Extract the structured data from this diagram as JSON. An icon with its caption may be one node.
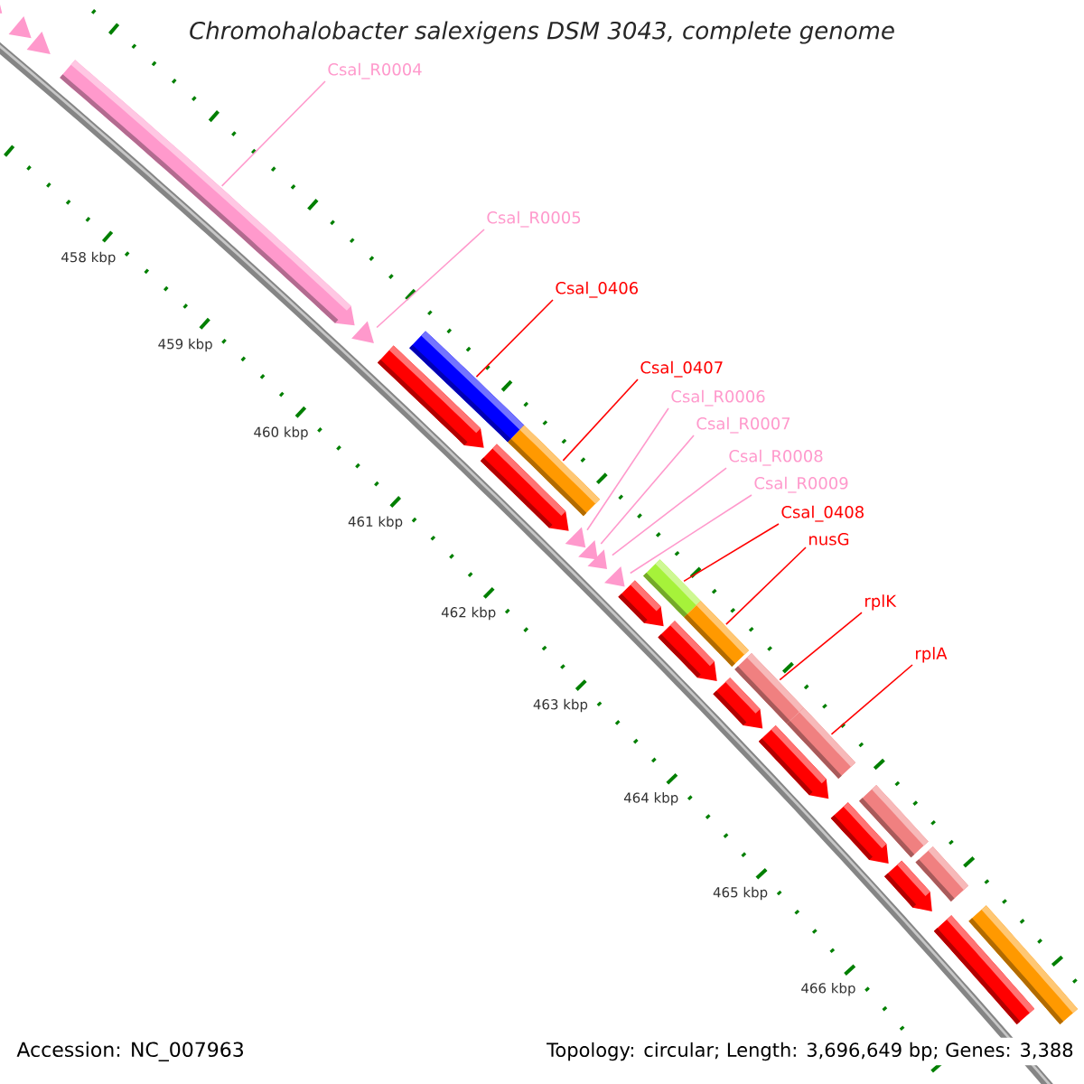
{
  "diagram": {
    "title": "Chromohalobacter salexigens DSM 3043, complete genome",
    "nodes": [
      {
        "text": [],
        "shape": "arrow"
      },
      {
        "text": [],
        "shape": "triangle"
      },
      {
        "text": [],
        "shape": "triangle"
      },
      {
        "text": [],
        "shape": "arrow"
      },
      {
        "text": [],
        "shape": "triangle"
      },
      {
        "text": [],
        "shape": "arrow"
      },
      {
        "text": [],
        "shape": "bar"
      },
      {
        "text": [],
        "shape": "arrow"
      },
      {
        "text": [],
        "shape": "bar"
      },
      {
        "text": [],
        "shape": "triangle"
      },
      {
        "text": [],
        "shape": "triangle"
      },
      {
        "text": [],
        "shape": "triangle"
      },
      {
        "text": [],
        "shape": "triangle"
      },
      {
        "text": [],
        "shape": "arrow"
      },
      {
        "text": [],
        "shape": "bar"
      },
      {
        "text": [],
        "shape": "arrow"
      },
      {
        "text": [],
        "shape": "bar"
      },
      {
        "text": [],
        "shape": "arrow"
      },
      {
        "text": [],
        "shape": "bar"
      },
      {
        "text": [],
        "shape": "arrow"
      },
      {
        "text": [],
        "shape": "bar"
      },
      {
        "text": [],
        "shape": "arrow"
      },
      {
        "text": [],
        "shape": "bar"
      },
      {
        "text": [],
        "shape": "arrow"
      },
      {
        "text": [],
        "shape": "bar"
      },
      {
        "text": [],
        "shape": "arrow"
      },
      {
        "text": [],
        "shape": "bar"
      },
      {
        "text": [
          "Csal_R0004"
        ]
      },
      {
        "text": [
          "Csal_R0005"
        ]
      },
      {
        "text": [
          "Csal_0406"
        ]
      },
      {
        "text": [
          "Csal_0407"
        ]
      },
      {
        "text": [
          "Csal_R0006"
        ]
      },
      {
        "text": [
          "Csal_R0007"
        ]
      },
      {
        "text": [
          "Csal_R0008"
        ]
      },
      {
        "text": [
          "Csal_R0009"
        ]
      },
      {
        "text": [
          "Csal_0408"
        ]
      },
      {
        "text": [
          "nusG"
        ]
      },
      {
        "text": [
          "rplK"
        ]
      },
      {
        "text": [
          "rplA"
        ]
      }
    ],
    "edges": [
      {
        "from": 27,
        "to": 3,
        "arrow": "none",
        "color": "#ff99cc"
      },
      {
        "from": 28,
        "to": 4,
        "arrow": "none",
        "color": "#ff99cc"
      },
      {
        "from": 29,
        "to": 6,
        "arrow": "none",
        "color": "#ff0000"
      },
      {
        "from": 30,
        "to": 8,
        "arrow": "none",
        "color": "#ff0000"
      },
      {
        "from": 31,
        "to": 9,
        "arrow": "none",
        "color": "#ff99cc"
      },
      {
        "from": 32,
        "to": 10,
        "arrow": "none",
        "color": "#ff99cc"
      },
      {
        "from": 33,
        "to": 11,
        "arrow": "none",
        "color": "#ff99cc"
      },
      {
        "from": 34,
        "to": 12,
        "arrow": "none",
        "color": "#ff99cc"
      },
      {
        "from": 35,
        "to": 14,
        "arrow": "none",
        "color": "#ff0000"
      },
      {
        "from": 36,
        "to": 16,
        "arrow": "none",
        "color": "#ff0000"
      },
      {
        "from": 37,
        "to": 18,
        "arrow": "none",
        "color": "#ff0000"
      },
      {
        "from": 38,
        "to": 20,
        "arrow": "none",
        "color": "#ff0000"
      }
    ],
    "labels": [
      "458 kbp",
      "459 kbp",
      "460 kbp",
      "461 kbp",
      "462 kbp",
      "463 kbp",
      "464 kbp",
      "465 kbp",
      "466 kbp",
      "Accession: NC_007963",
      "Topology: circular; Length: 3,696,649 bp; Genes: 3,388"
    ]
  }
}
